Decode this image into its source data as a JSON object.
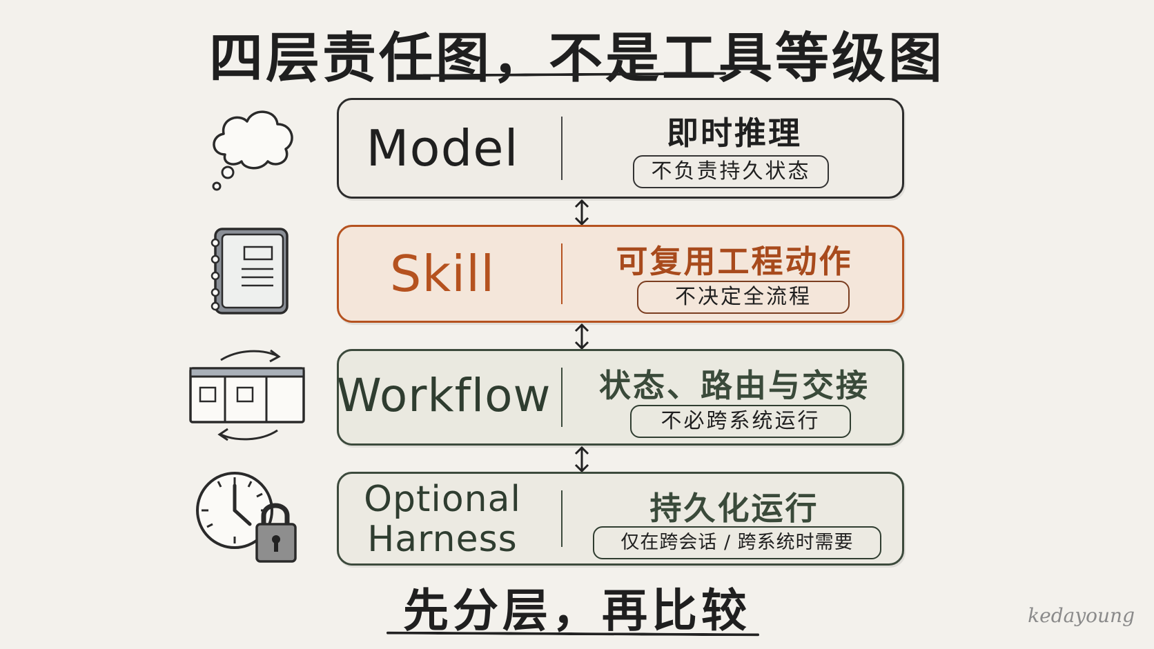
{
  "title": "四层责任图，不是工具等级图",
  "layers": [
    {
      "name": "Model",
      "role": "即时推理",
      "note": "不负责持久状态",
      "icon": "thought-cloud-icon"
    },
    {
      "name": "Skill",
      "role": "可复用工程动作",
      "note": "不决定全流程",
      "icon": "notebook-icon"
    },
    {
      "name": "Workflow",
      "role": "状态、路由与交接",
      "note": "不必跨系统运行",
      "icon": "kanban-board-icon"
    },
    {
      "name_line1": "Optional",
      "name_line2": "Harness",
      "role": "持久化运行",
      "note": "仅在跨会话 / 跨系统时需要",
      "icon": "clock-lock-icon"
    }
  ],
  "footer": "先分层，再比较",
  "signature": "kedayoung",
  "colors": {
    "skill_accent": "#b5521f",
    "workflow_accent": "#3c4a3c",
    "model_border": "#2c2c2c"
  }
}
